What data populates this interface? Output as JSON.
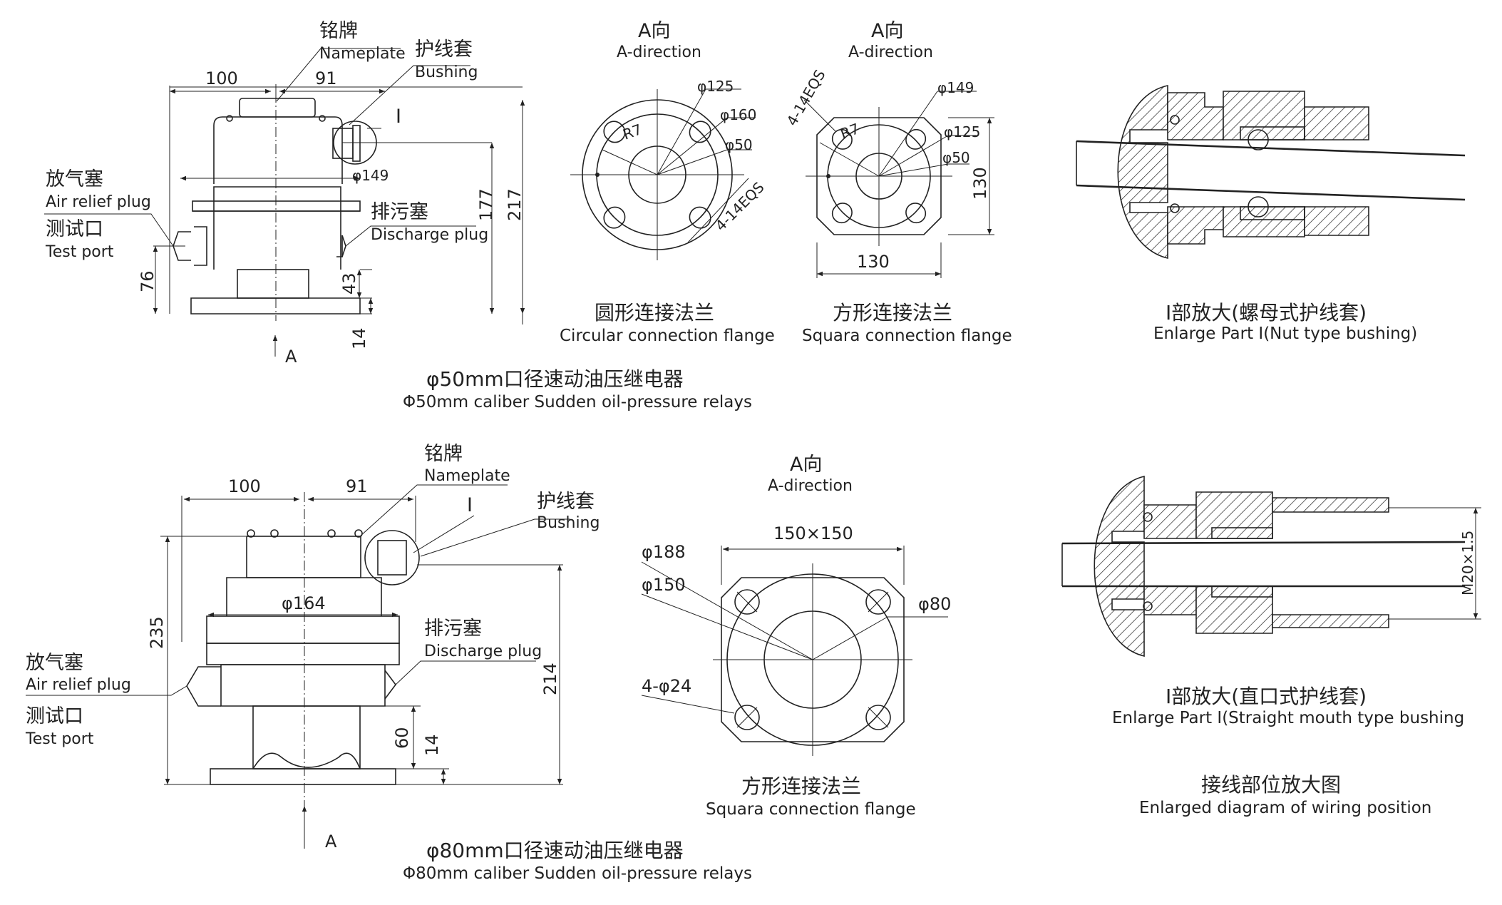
{
  "top": {
    "relay_cn": "φ50mm口径速动油压继电器",
    "relay_en": "Φ50mm caliber Sudden oil-pressure relays",
    "nameplate_cn": "铭牌",
    "nameplate_en": "Nameplate",
    "bushing_cn": "护线套",
    "bushing_en": "Bushing",
    "air_cn": "放气塞",
    "air_en": "Air relief plug",
    "test_cn": "测试口",
    "test_en": "Test port",
    "discharge_cn": "排污塞",
    "discharge_en": "Discharge plug",
    "part_mark": "I",
    "arrow_label": "A",
    "dims": {
      "w100": "100",
      "w91": "91",
      "d149": "φ149",
      "h177": "177",
      "h217": "217",
      "h76": "76",
      "h43": "43",
      "h14": "14"
    },
    "adir_cn": "A向",
    "adir_en": "A-direction",
    "circ": {
      "cn": "圆形连接法兰",
      "en": "Circular connection flange",
      "d125": "φ125",
      "d160": "φ160",
      "d50": "φ50",
      "r7": "R7",
      "slots": "4-14EQS"
    },
    "sq": {
      "cn": "方形连接法兰",
      "en": "Squara connection flange",
      "d149": "φ149",
      "d125": "φ125",
      "d50": "φ50",
      "r7": "R7",
      "slots": "4-14EQS",
      "w130": "130",
      "h130": "130"
    },
    "enlarge_cn": "I部放大(螺母式护线套)",
    "enlarge_en": "Enlarge Part I(Nut type bushing)"
  },
  "bottom": {
    "relay_cn": "φ80mm口径速动油压继电器",
    "relay_en": "Φ80mm caliber Sudden oil-pressure relays",
    "nameplate_cn": "铭牌",
    "nameplate_en": "Nameplate",
    "bushing_cn": "护线套",
    "bushing_en": "Bushing",
    "air_cn": "放气塞",
    "air_en": "Air relief plug",
    "test_cn": "测试口",
    "test_en": "Test port",
    "discharge_cn": "排污塞",
    "discharge_en": "Discharge plug",
    "part_mark": "I",
    "arrow_label": "A",
    "dims": {
      "w100": "100",
      "w91": "91",
      "d164": "φ164",
      "h235": "235",
      "h214": "214",
      "h60": "60",
      "h14": "14"
    },
    "adir_cn": "A向",
    "adir_en": "A-direction",
    "sq": {
      "cn": "方形连接法兰",
      "en": "Squara connection flange",
      "size": "150×150",
      "d188": "φ188",
      "d150": "φ150",
      "d80": "φ80",
      "holes": "4-φ24"
    },
    "enlarge_cn": "I部放大(直口式护线套)",
    "enlarge_en": "Enlarge Part I(Straight mouth type bushing",
    "m20": "M20×1.5",
    "wiring_cn": "接线部位放大图",
    "wiring_en": "Enlarged diagram of wiring position"
  }
}
